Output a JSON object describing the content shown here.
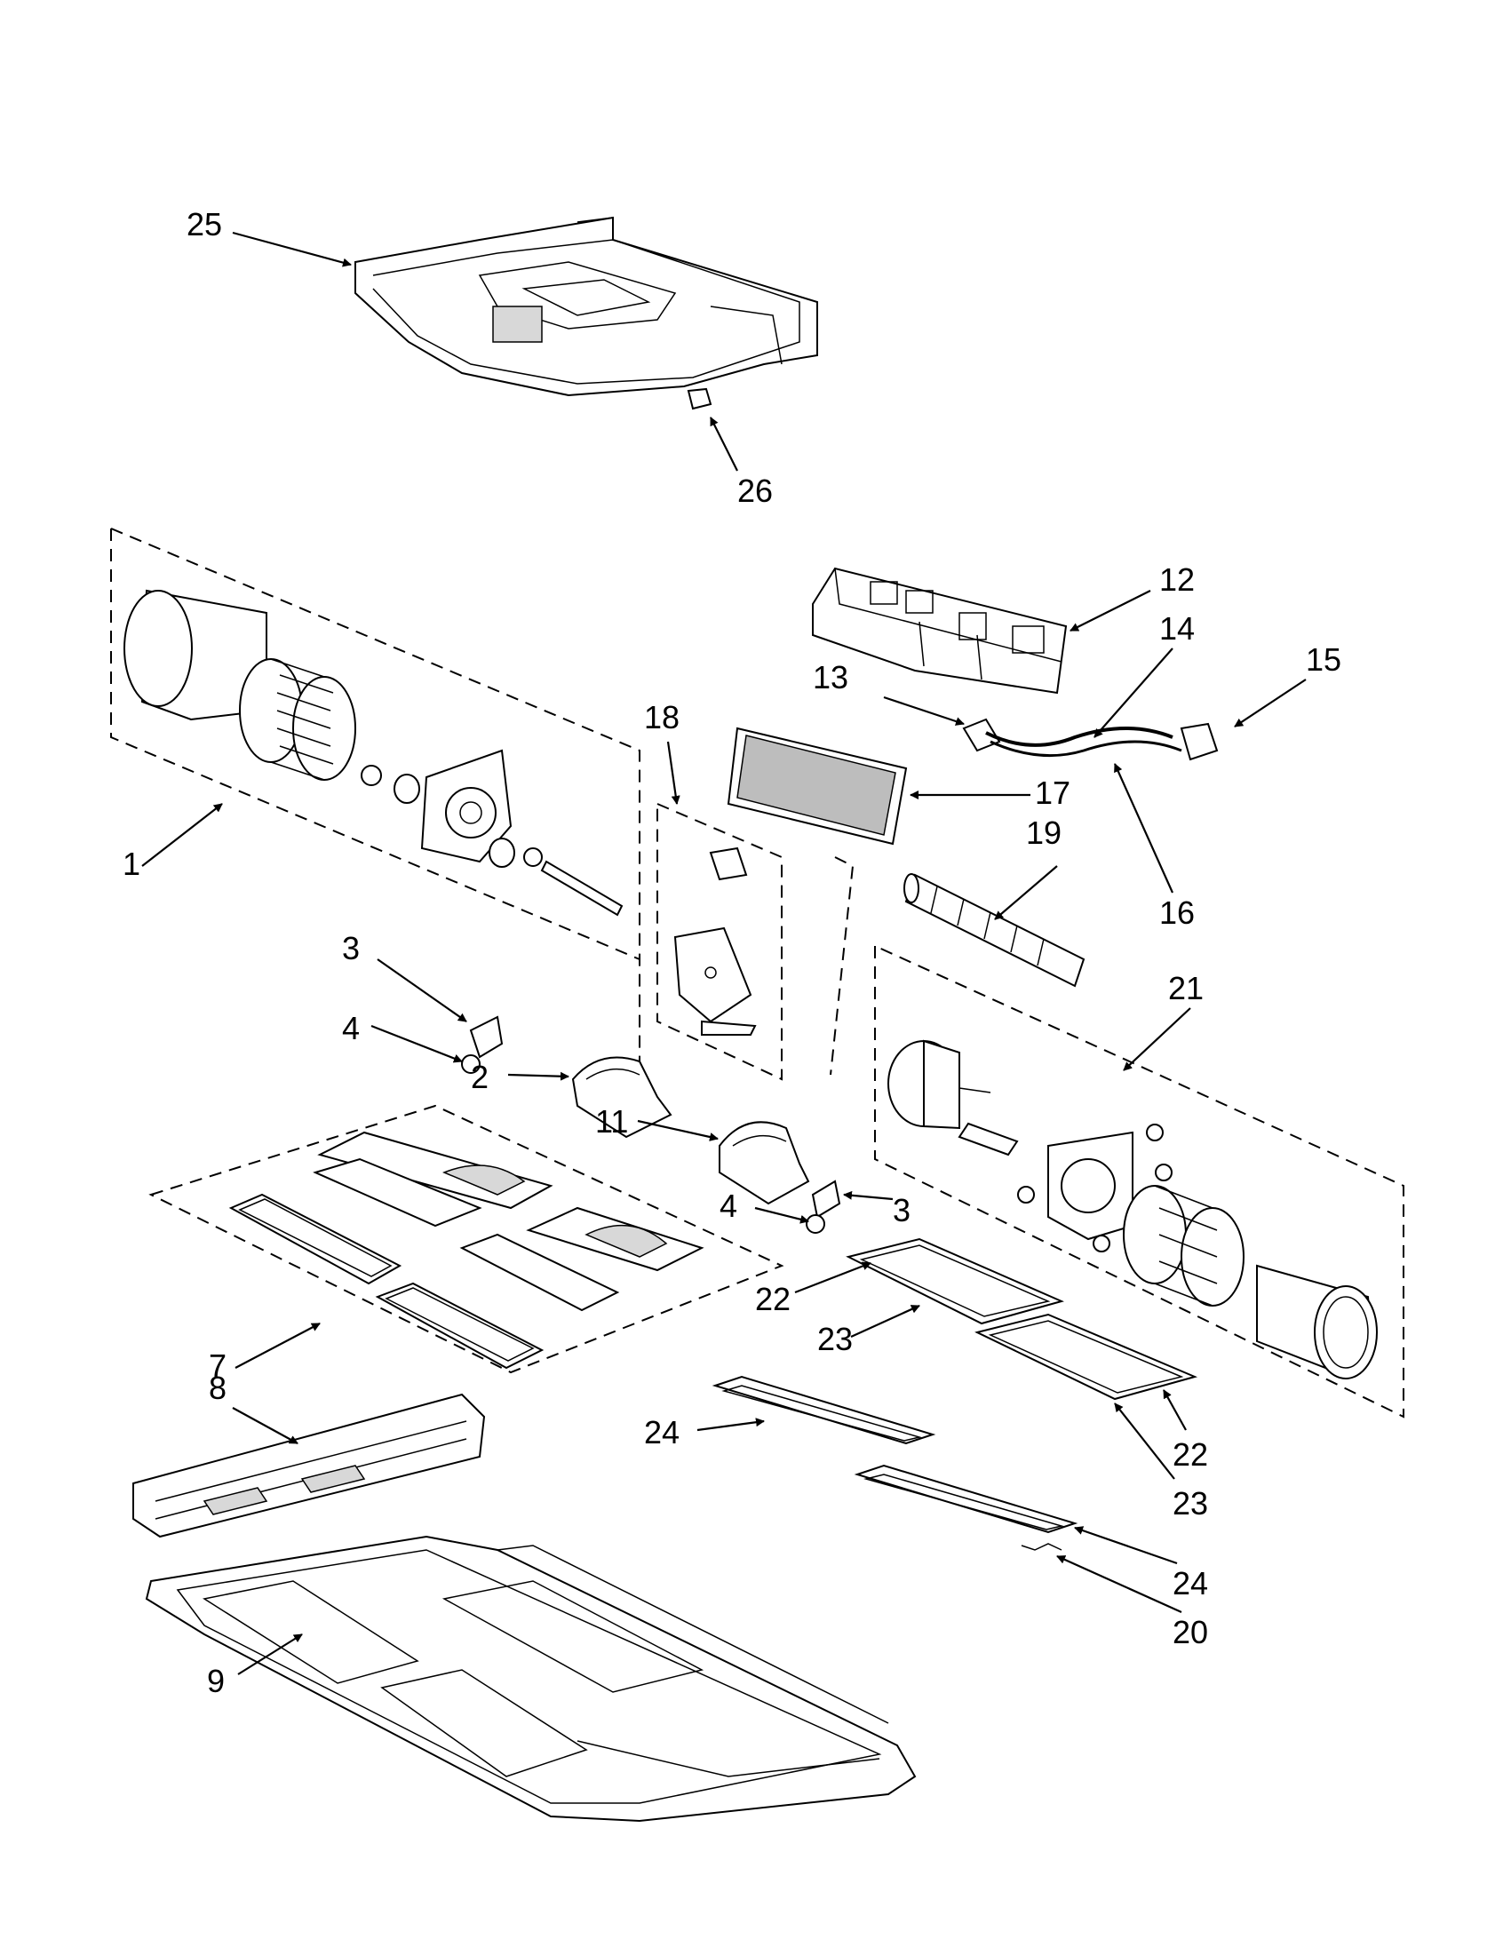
{
  "callouts": [
    {
      "label": "25"
    },
    {
      "label": "26"
    },
    {
      "label": "12"
    },
    {
      "label": "14"
    },
    {
      "label": "15"
    },
    {
      "label": "13"
    },
    {
      "label": "18"
    },
    {
      "label": "17"
    },
    {
      "label": "16"
    },
    {
      "label": "19"
    },
    {
      "label": "1"
    },
    {
      "label": "3"
    },
    {
      "label": "4"
    },
    {
      "label": "21"
    },
    {
      "label": "2"
    },
    {
      "label": "11"
    },
    {
      "label": "4"
    },
    {
      "label": "3"
    },
    {
      "label": "22"
    },
    {
      "label": "23"
    },
    {
      "label": "7"
    },
    {
      "label": "8"
    },
    {
      "label": "24"
    },
    {
      "label": "22"
    },
    {
      "label": "23"
    },
    {
      "label": "24"
    },
    {
      "label": "20"
    },
    {
      "label": "9"
    }
  ]
}
